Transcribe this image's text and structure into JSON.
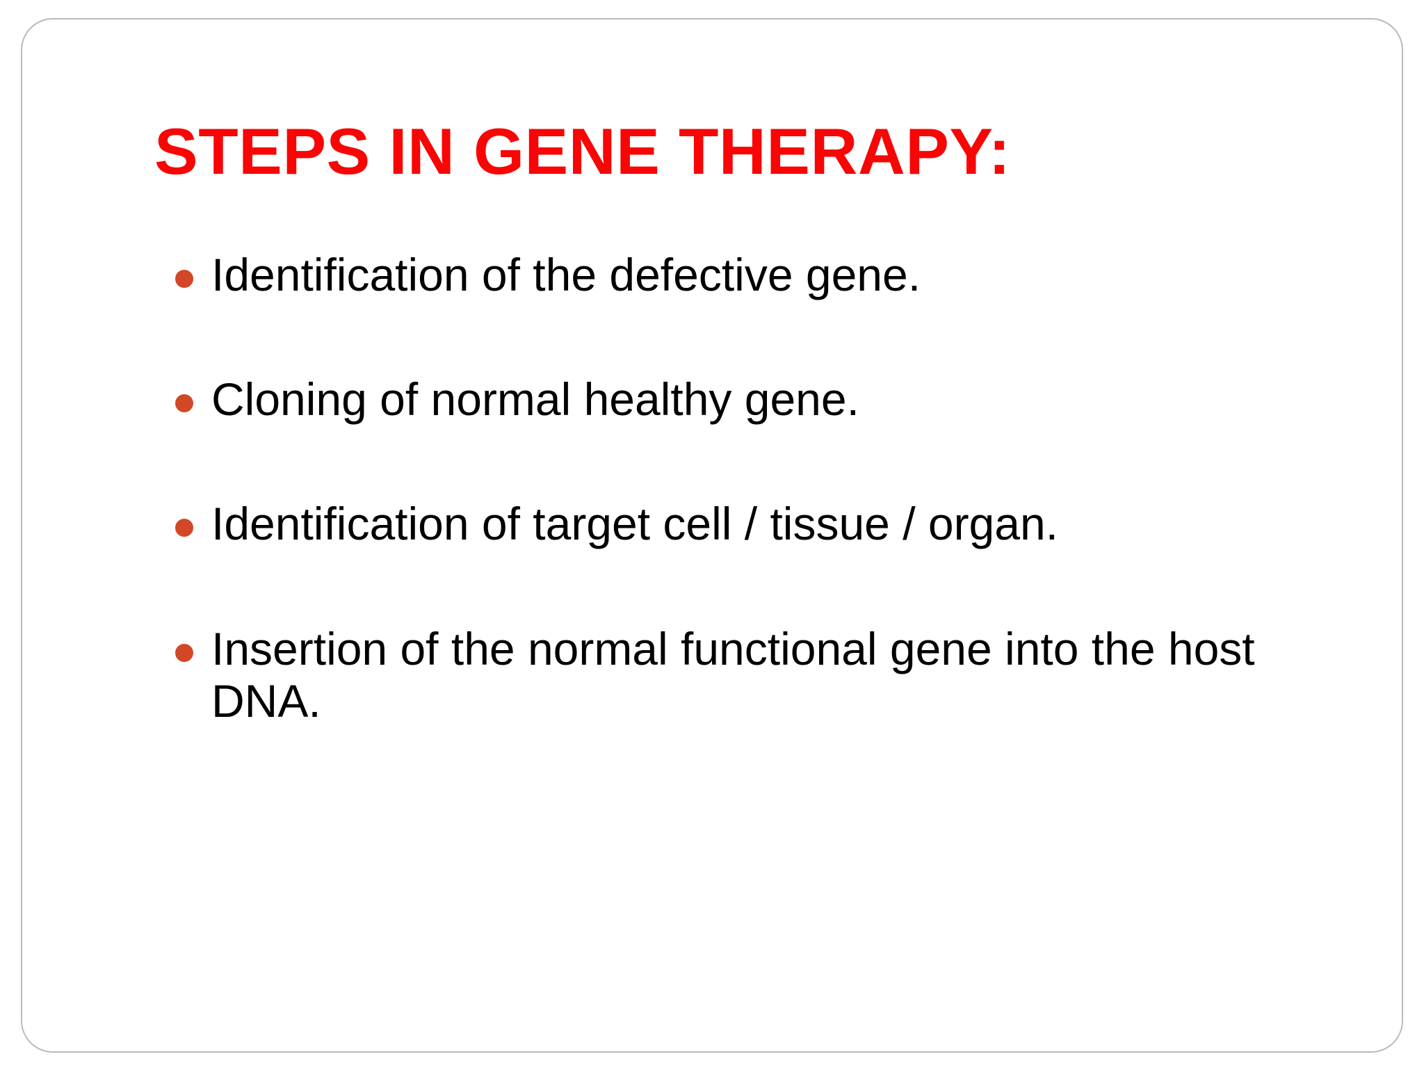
{
  "slide": {
    "title": "STEPS IN GENE THERAPY:",
    "title_color": "#f90505",
    "body_text_color": "#000000",
    "background_color": "#ffffff",
    "border_color": "#b9b9b9",
    "bullet_marker_color": "#d24726",
    "bullet_marker_icon": "filled-circle-bullet-icon",
    "bullets": [
      {
        "text": "Identification of the defective gene."
      },
      {
        "text": "Cloning of normal healthy gene."
      },
      {
        "text": "Identification of target cell / tissue / organ."
      },
      {
        "text": "Insertion of the normal functional gene into the host DNA."
      }
    ]
  }
}
